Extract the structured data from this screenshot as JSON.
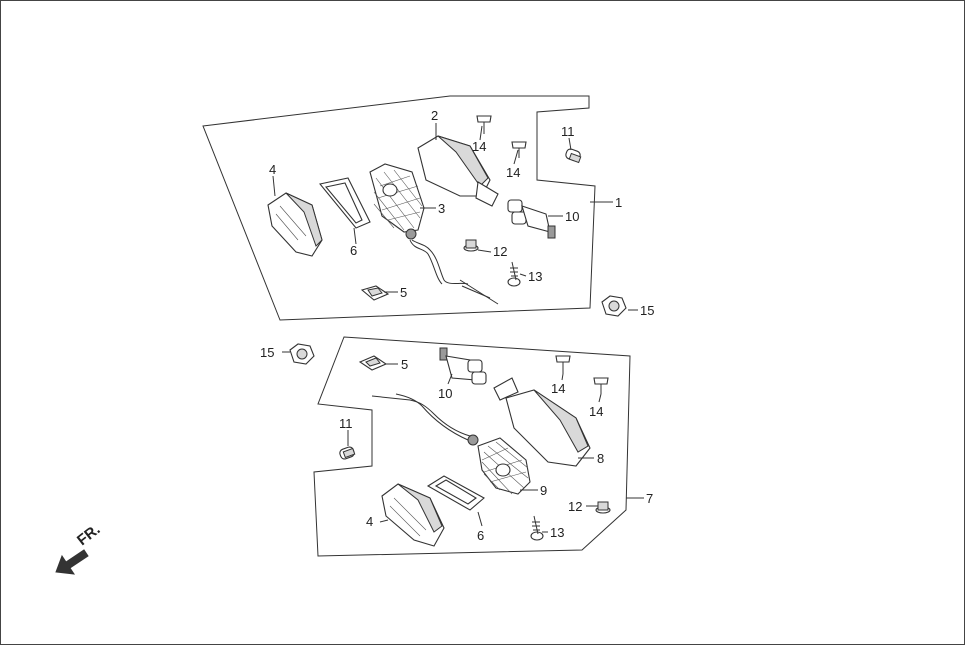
{
  "diagram": {
    "type": "exploded parts diagram",
    "colors": {
      "line": "#333333",
      "background": "#ffffff",
      "shade": "#d9d9d9"
    },
    "direction_label": "FR.",
    "upper_assembly": {
      "callouts": {
        "c1": "1",
        "c2": "2",
        "c3": "3",
        "c4": "4",
        "c5": "5",
        "c6": "6",
        "c10": "10",
        "c11": "11",
        "c12": "12",
        "c13": "13",
        "c14a": "14",
        "c14b": "14",
        "c15": "15"
      }
    },
    "lower_assembly": {
      "callouts": {
        "c4": "4",
        "c5": "5",
        "c6": "6",
        "c7": "7",
        "c8": "8",
        "c9": "9",
        "c10": "10",
        "c11": "11",
        "c12": "12",
        "c13": "13",
        "c14a": "14",
        "c14b": "14",
        "c15": "15"
      }
    }
  }
}
